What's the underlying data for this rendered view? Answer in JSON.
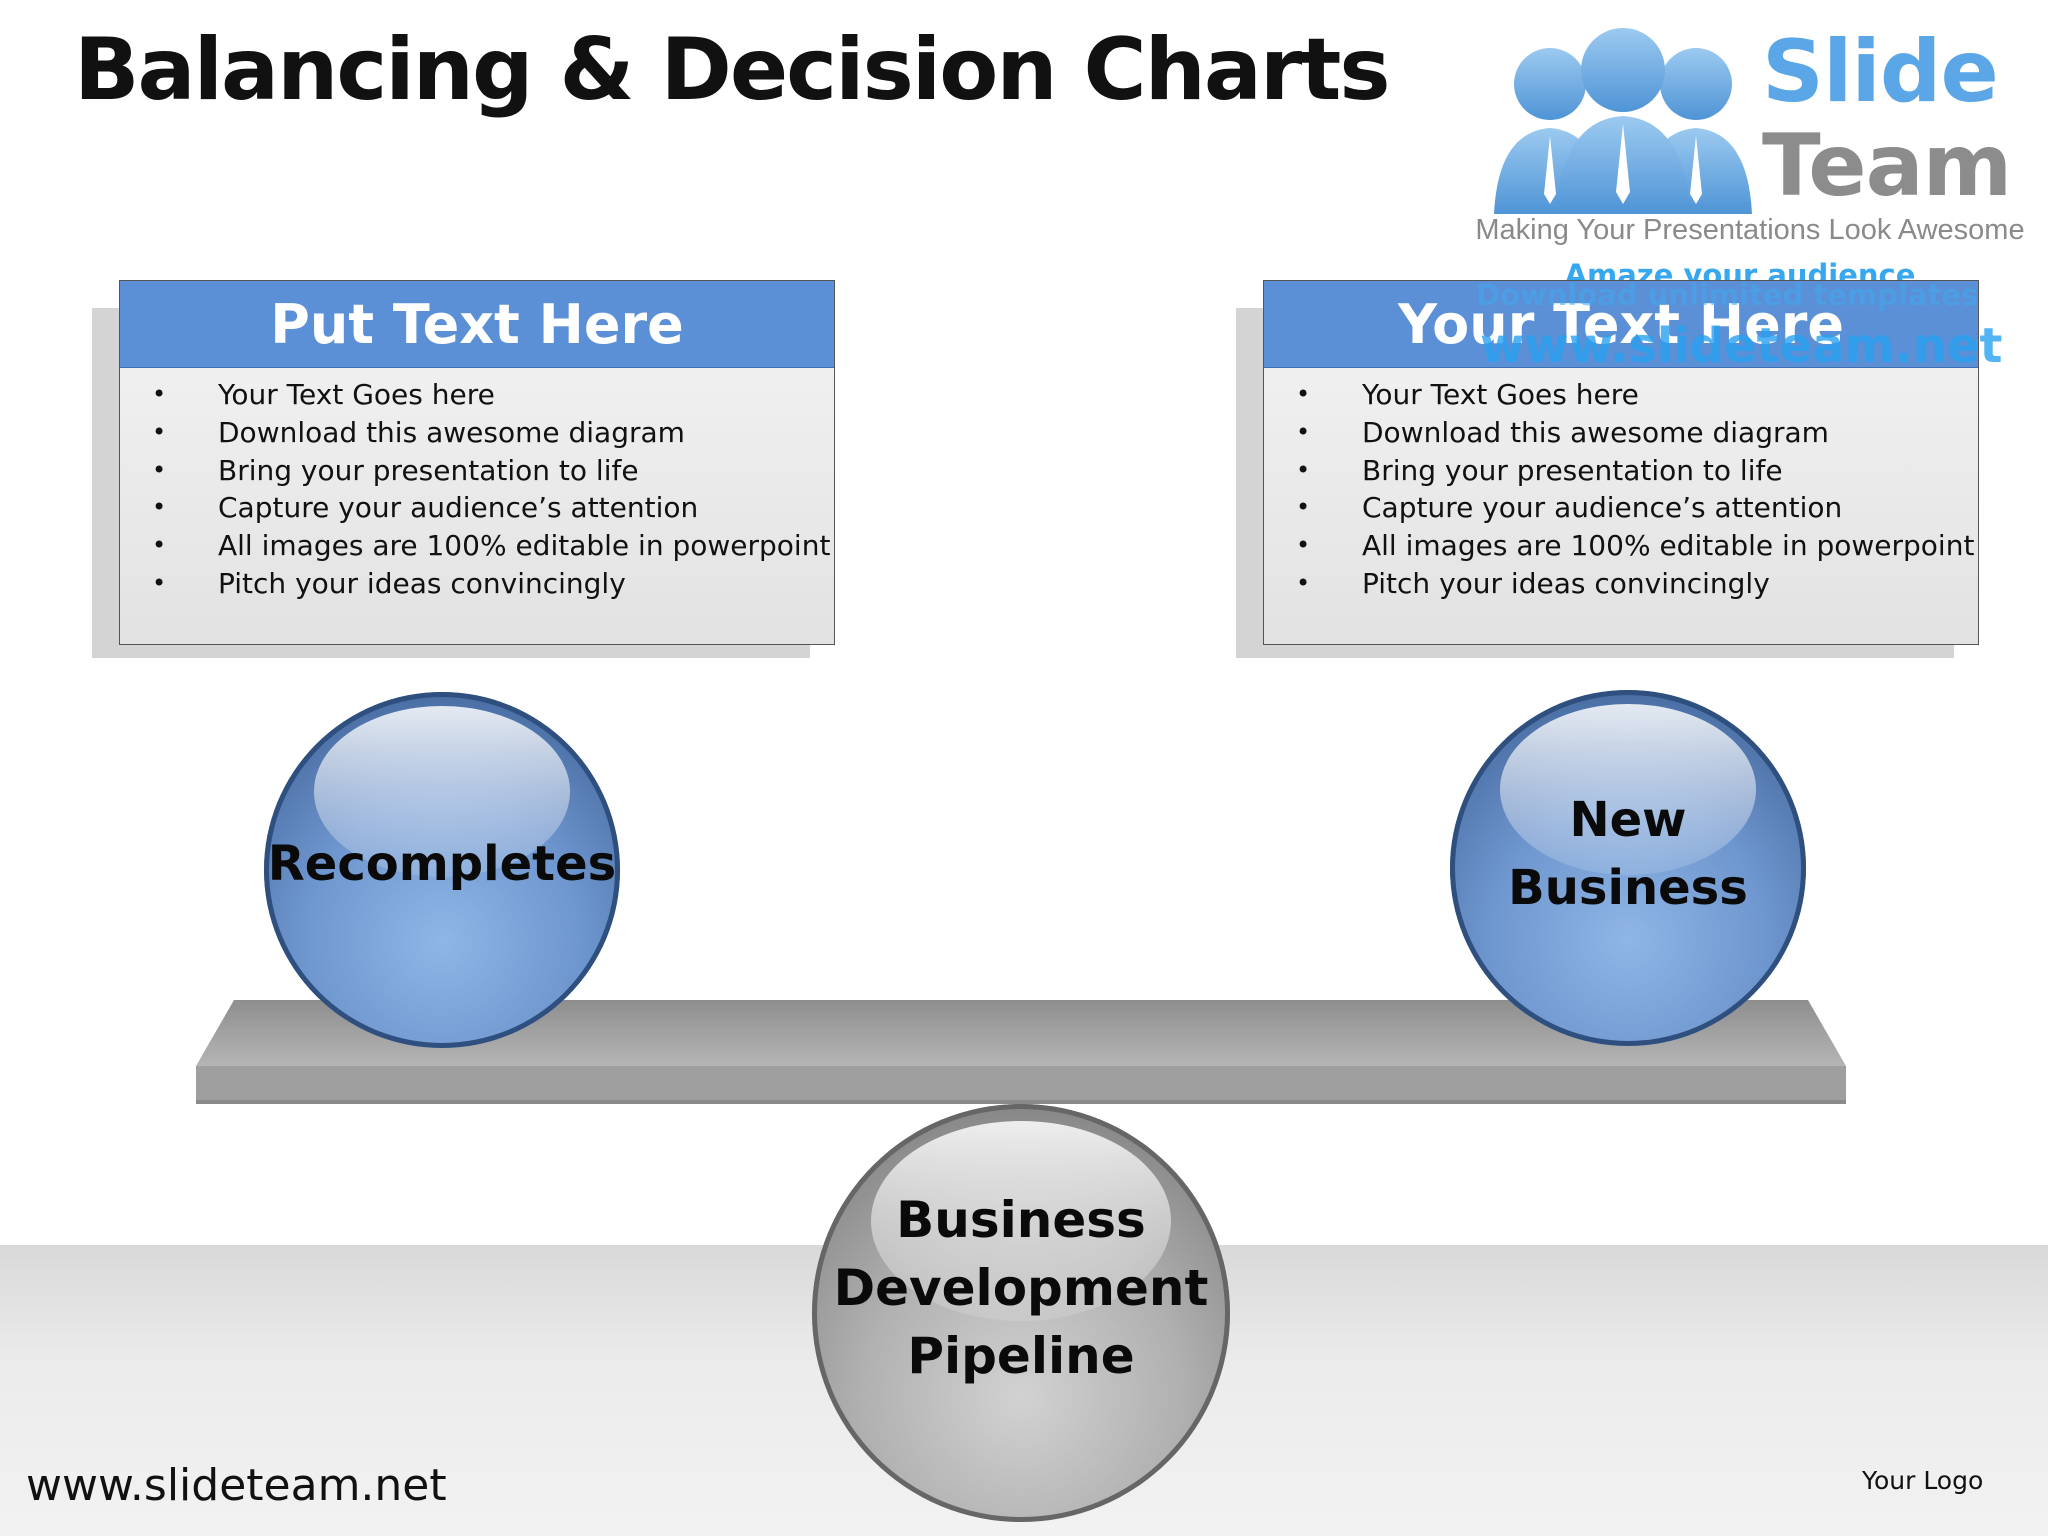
{
  "title": "Balancing & Decision Charts",
  "logo": {
    "brand_line1": "Slide",
    "brand_line2": "Team",
    "tagline": "Making Your Presentations Look Awesome",
    "promo": "Amaze your audience",
    "watermark_line1": "Download unlimited templates",
    "watermark_line2": "www.slideteam.net"
  },
  "left_box": {
    "heading": "Put Text Here",
    "bullets": [
      "Your Text Goes here",
      "Download this awesome diagram",
      "Bring your presentation to life",
      "Capture your audience’s attention",
      "All images are 100% editable in powerpoint",
      "Pitch your ideas convincingly"
    ]
  },
  "right_box": {
    "heading": "Your Text Here",
    "bullets": [
      "Your Text Goes here",
      "Download this awesome diagram",
      "Bring your presentation to life",
      "Capture your audience’s attention",
      "All images are 100% editable in powerpoint",
      "Pitch your ideas convincingly"
    ]
  },
  "spheres": {
    "left": "Recompletes",
    "right_line1": "New",
    "right_line2": "Business",
    "fulcrum_line1": "Business",
    "fulcrum_line2": "Development",
    "fulcrum_line3": "Pipeline"
  },
  "colors": {
    "header_blue": "#5b8fd6",
    "sphere_blue": "#6f97cf",
    "sphere_grey": "#b0b0b0",
    "plank_grey": "#9a9a9a",
    "logo_blue": "#5aa6e6"
  },
  "footer": {
    "url": "www.slideteam.net",
    "logo_placeholder": "Your Logo"
  }
}
